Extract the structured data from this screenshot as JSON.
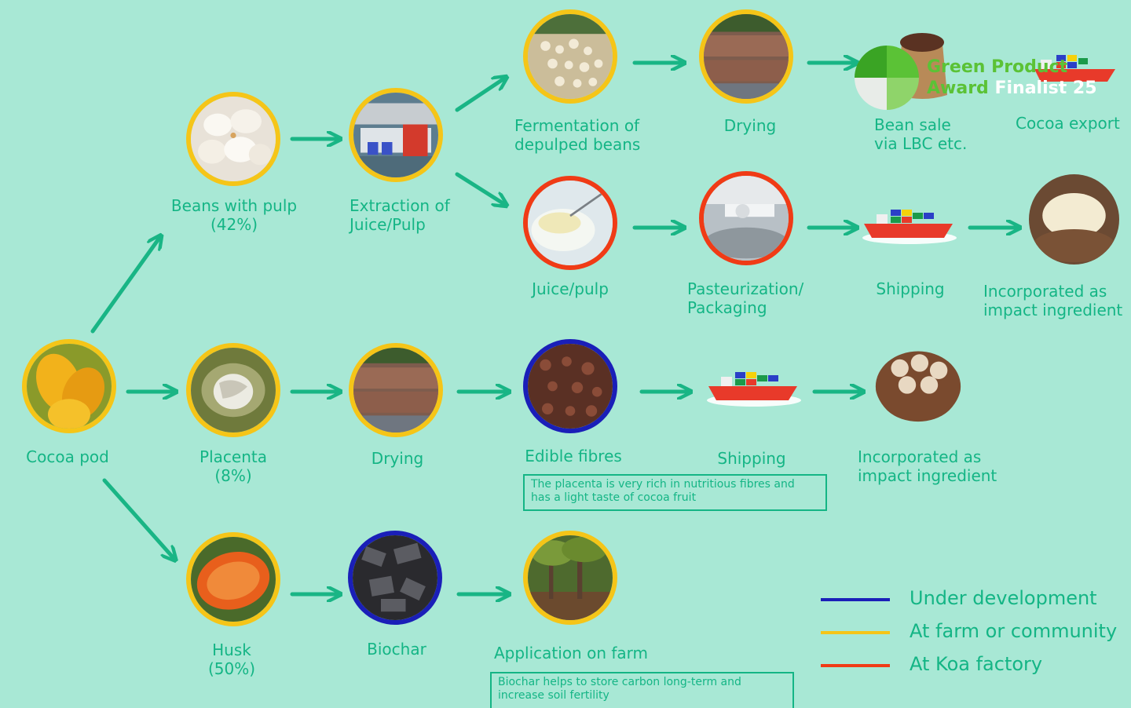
{
  "nodes": {
    "cocoa_pod": "Cocoa pod",
    "beans_with_pulp": [
      "Beans with pulp",
      "(42%)"
    ],
    "extraction": [
      "Extraction of",
      "Juice/Pulp"
    ],
    "fermentation": [
      "Fermentation of",
      "depulped beans"
    ],
    "drying_beans": "Drying",
    "bean_sale": [
      "Bean sale",
      "via LBC etc."
    ],
    "cocoa_export": "Cocoa export",
    "juice_pulp": "Juice/pulp",
    "pasteurization": [
      "Pasteurization/",
      "Packaging"
    ],
    "shipping_juice": "Shipping",
    "incorporated_juice": [
      "Incorporated as",
      "impact ingredient"
    ],
    "placenta": [
      "Placenta",
      "(8%)"
    ],
    "drying_placenta": "Drying",
    "edible_fibres": "Edible fibres",
    "shipping_fibres": "Shipping",
    "incorporated_fibres": [
      "Incorporated as",
      "impact ingredient"
    ],
    "husk": [
      "Husk",
      "(50%)"
    ],
    "biochar": "Biochar",
    "application_farm": "Application on farm"
  },
  "notes": {
    "placenta_note": [
      "The placenta is very rich in nutritious fibres and",
      "has a light taste of cocoa fruit"
    ],
    "biochar_note": [
      "Biochar helps to store carbon long-term and",
      "increase soil fertility"
    ]
  },
  "legend": [
    {
      "label": "Under development",
      "color": "#1a1fb8"
    },
    {
      "label": "At farm or community",
      "color": "#f5c518"
    },
    {
      "label": "At Koa factory",
      "color": "#f03b16"
    }
  ],
  "award": {
    "line1": "Green Product",
    "line2a": "Award",
    "line2b": "Finalist 25"
  },
  "colors": {
    "background": "#a8e8d5",
    "text": "#14b585",
    "arrow": "#19b585"
  }
}
